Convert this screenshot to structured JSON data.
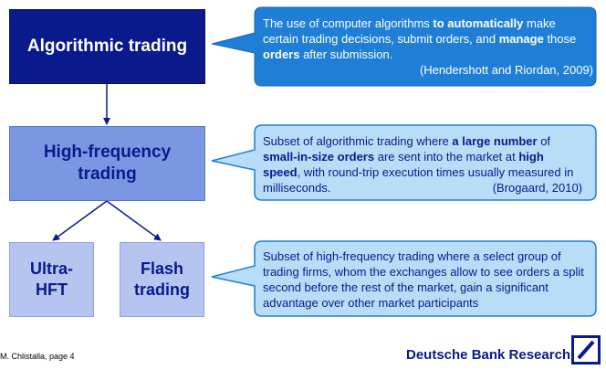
{
  "diagram": {
    "algo_box": {
      "label": "Algorithmic trading"
    },
    "hft_box": {
      "line1": "High-frequency",
      "line2": "trading"
    },
    "ultra_box": {
      "line1": "Ultra-",
      "line2": "HFT"
    },
    "flash_box": {
      "line1": "Flash",
      "line2": "trading"
    }
  },
  "callouts": {
    "algo": {
      "t1": "The use of computer algorithms ",
      "b1": "to automatically",
      "t2": " make certain trading decisions, submit orders, and ",
      "b2": "manage",
      "t3": " those ",
      "b3": "orders",
      "t4": " after submission.",
      "cite": "(Hendershott and Riordan, 2009)"
    },
    "hft": {
      "t1": "Subset of algorithmic trading where ",
      "b1": "a large number",
      "t2": " of ",
      "b2": "small-in-size orders",
      "t3": " are sent into the market at ",
      "b3": "high speed",
      "t4": ", with round-trip execution times usually measured in milliseconds.",
      "cite": "(Brogaard, 2010)"
    },
    "ultra": {
      "t1": "Subset of high-frequency trading where a select group of trading firms, whom the exchanges allow to see orders a split second before the rest of the market, gain a significant advantage over other market participants"
    }
  },
  "colors": {
    "dark_blue": "#0a1a8c",
    "mid_blue": "#7c97e2",
    "light_blue": "#b5c5ef",
    "callout_dark": "#1f7fd6",
    "callout_light": "#b9dcf7"
  },
  "footer": {
    "author_page": "M. Chlistalla, page 4",
    "brand": "Deutsche Bank Research"
  }
}
